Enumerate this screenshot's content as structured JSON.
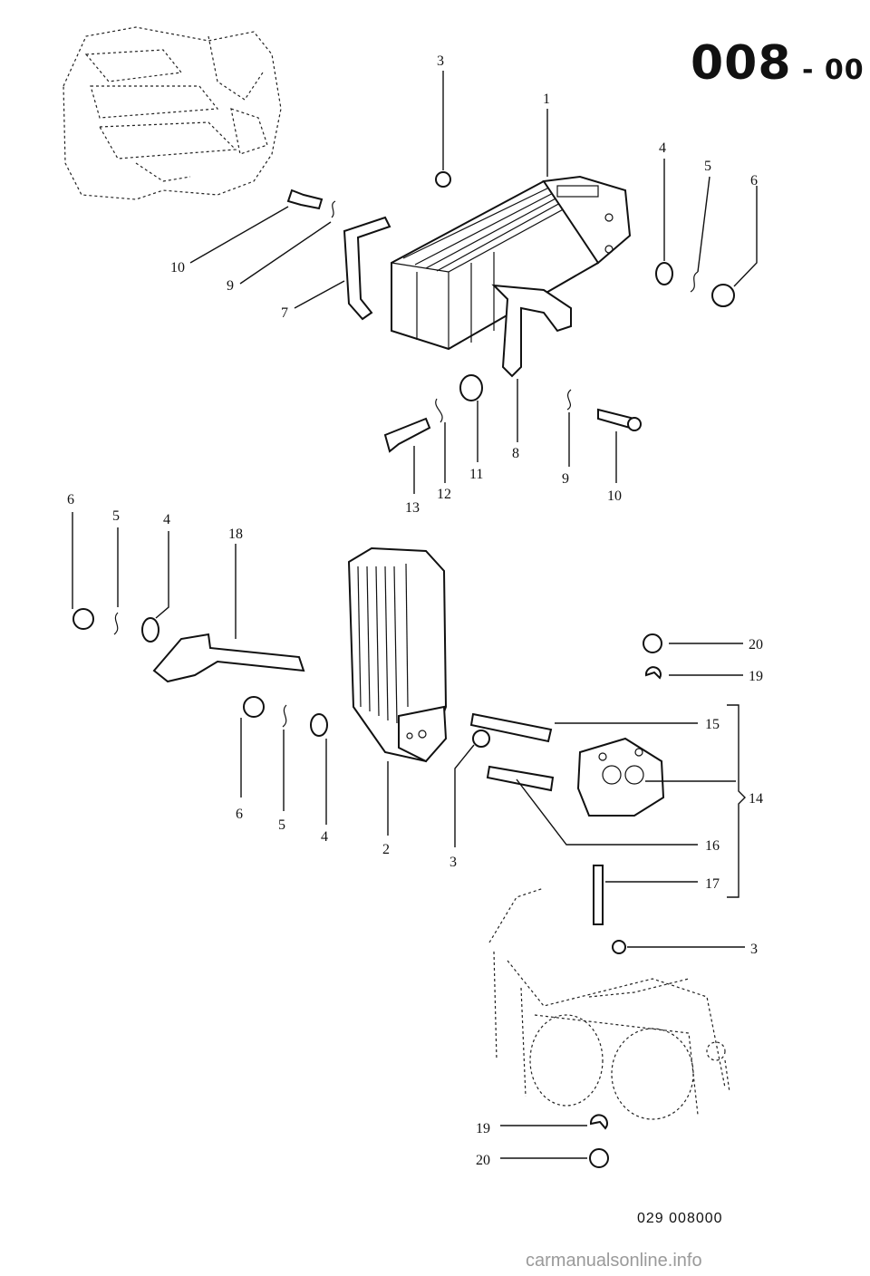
{
  "header": {
    "group_number": "008",
    "group_suffix": "00"
  },
  "footer": {
    "diagram_code": "029 008000",
    "watermark": "carmanualsonline.info"
  },
  "callouts": [
    {
      "id": "c3a",
      "label": "3"
    },
    {
      "id": "c1",
      "label": "1"
    },
    {
      "id": "c4a",
      "label": "4"
    },
    {
      "id": "c5a",
      "label": "5"
    },
    {
      "id": "c6a",
      "label": "6"
    },
    {
      "id": "c10a",
      "label": "10"
    },
    {
      "id": "c9a",
      "label": "9"
    },
    {
      "id": "c7",
      "label": "7"
    },
    {
      "id": "c13",
      "label": "13"
    },
    {
      "id": "c12",
      "label": "12"
    },
    {
      "id": "c11",
      "label": "11"
    },
    {
      "id": "c8",
      "label": "8"
    },
    {
      "id": "c9b",
      "label": "9"
    },
    {
      "id": "c10b",
      "label": "10"
    },
    {
      "id": "c6b",
      "label": "6"
    },
    {
      "id": "c5b",
      "label": "5"
    },
    {
      "id": "c4b",
      "label": "4"
    },
    {
      "id": "c18",
      "label": "18"
    },
    {
      "id": "c20a",
      "label": "20"
    },
    {
      "id": "c19a",
      "label": "19"
    },
    {
      "id": "c15",
      "label": "15"
    },
    {
      "id": "c14",
      "label": "14"
    },
    {
      "id": "c16",
      "label": "16"
    },
    {
      "id": "c17",
      "label": "17"
    },
    {
      "id": "c6c",
      "label": "6"
    },
    {
      "id": "c5c",
      "label": "5"
    },
    {
      "id": "c4c",
      "label": "4"
    },
    {
      "id": "c2",
      "label": "2"
    },
    {
      "id": "c3b",
      "label": "3"
    },
    {
      "id": "c3c",
      "label": "3"
    },
    {
      "id": "c19b",
      "label": "19"
    },
    {
      "id": "c20b",
      "label": "20"
    }
  ]
}
